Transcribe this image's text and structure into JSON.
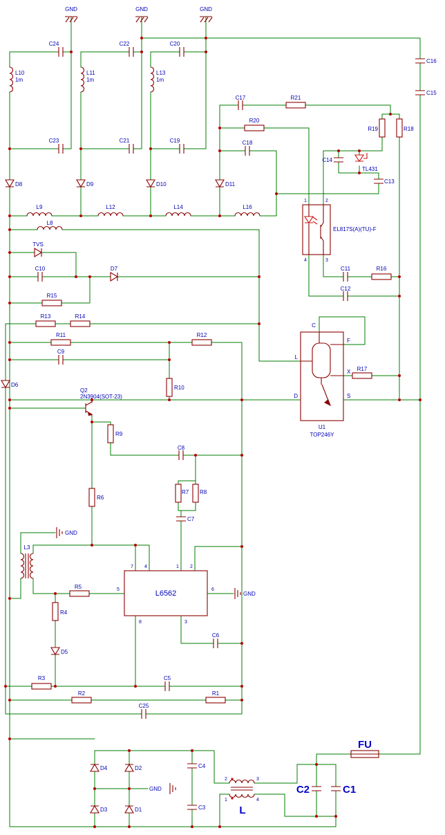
{
  "diagram": {
    "type": "circuit-schematic",
    "subject": "Switch-mode power supply schematic with PFC controller L6562, TOPSwitch TOP246Y, TL431 reference and EL817 optocoupler"
  },
  "colors": {
    "wire": "#007e00",
    "component": "#8b0000",
    "label_blue": "#0000b4",
    "accent_blue": "#0000cc",
    "junction": "#b40000",
    "red_part": "#cc1111",
    "background": "#ffffff"
  },
  "labels": {
    "gnd_top1": "GND",
    "gnd_top2": "GND",
    "gnd_top3": "GND",
    "c24": "C24",
    "c22": "C22",
    "c20": "C20",
    "c23": "C23",
    "c21": "C21",
    "c19": "C19",
    "l10": "L10",
    "l10_val": "1m",
    "l11": "L11",
    "l11_val": "1m",
    "l13": "L13",
    "l13_val": "1m",
    "c17": "C17",
    "r21": "R21",
    "r20": "R20",
    "c18": "C18",
    "c16": "C16",
    "c15": "C15",
    "r19": "R19",
    "r18": "R18",
    "c14": "C14",
    "tl431": "TL431",
    "c13": "C13",
    "d8": "D8",
    "d9": "D9",
    "d10": "D10",
    "d11": "D11",
    "l9": "L9",
    "l12": "L12",
    "l14": "L14",
    "l16": "L16",
    "l8": "L8",
    "opto": "EL817S(A)(TU)-F",
    "opto_p1": "1",
    "opto_p2": "2",
    "opto_p3": "3",
    "opto_p4": "4",
    "tvs": "TVS",
    "c10": "C10",
    "d7": "D7",
    "c11": "C11",
    "r16": "R16",
    "c12": "C12",
    "r15": "R15",
    "r13": "R13",
    "r14": "R14",
    "r11": "R11",
    "r12": "R12",
    "c9": "C9",
    "d6": "D6",
    "q2": "Q2",
    "q2_val": "2N3904(SOT-23)",
    "r10": "R10",
    "u1": "U1",
    "u1_val": "TOP246Y",
    "u1_pc": "C",
    "u1_pf": "F",
    "u1_pl": "L",
    "u1_px": "X",
    "u1_pd": "D",
    "u1_ps": "S",
    "r17": "R17",
    "r9": "R9",
    "c8": "C8",
    "r6": "R6",
    "r7": "R7",
    "r8": "R8",
    "c7": "C7",
    "l3": "L3",
    "gnd_l3": "GND",
    "ic": "L6562",
    "ic_p7": "7",
    "ic_p4": "4",
    "ic_p1": "1",
    "ic_p2": "2",
    "ic_p5": "5",
    "ic_p6": "6",
    "ic_p8": "8",
    "ic_p3": "3",
    "r5": "R5",
    "r4": "R4",
    "d5": "D5",
    "gnd_ic": "GND",
    "c6": "C6",
    "c5": "C5",
    "r3": "R3",
    "r2": "R2",
    "r1": "R1",
    "c25": "C25",
    "fu": "FU",
    "d4": "D4",
    "d2": "D2",
    "d3": "D3",
    "d1": "D1",
    "gnd_bot": "GND",
    "c4": "C4",
    "c3": "C3",
    "choke": "L",
    "ch_p2": "2",
    "ch_p3": "3",
    "ch_p1": "1",
    "ch_p4": "4",
    "c2": "C2",
    "c1": "C1"
  }
}
